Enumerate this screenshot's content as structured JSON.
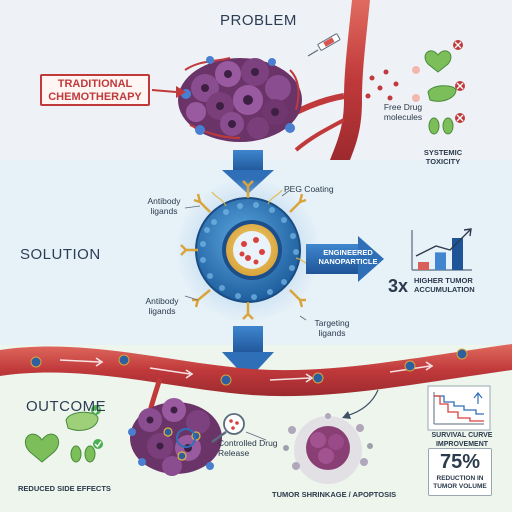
{
  "headings": {
    "problem": "PROBLEM",
    "solution": "SOLUTION",
    "outcome": "OUTCOME"
  },
  "problem": {
    "traditional_chemo": "TRADITIONAL CHEMOTHERAPY",
    "free_drug": "Free Drug molecules",
    "systemic_toxicity": "SYSTEMIC TOXICITY"
  },
  "solution": {
    "antibody_ligands_top": "Antibody ligands",
    "peg_coating": "PEG Coating",
    "antibody_ligands_bottom": "Antibody ligands",
    "targeting_ligands": "Targeting ligands",
    "engineered_np": "ENGINEERED NANOPARTICLE",
    "accumulation_value": "3x",
    "accumulation_label": "HIGHER TUMOR ACCUMULATION",
    "bar_levels": [
      0.25,
      0.55,
      1.0
    ]
  },
  "outcome": {
    "controlled_release": "Controlled Drug Release",
    "reduced_side_effects": "REDUCED SIDE EFFECTS",
    "tumor_shrinkage": "TUMOR SHRINKAGE / APOPTOSIS",
    "survival_curve": "SURVIVAL CURVE IMPROVEMENT",
    "reduction_value": "75%",
    "reduction_label": "REDUCTION IN TUMOR VOLUME"
  },
  "colors": {
    "vessel": "#c0393b",
    "arrow_blue": "#2e6fb8",
    "tumor": "#7a3f7a",
    "nanoparticle": "#3a86c8",
    "peg": "#e4b73a",
    "organ_green": "#7cbf5a"
  },
  "icons": [
    "syringe-icon",
    "heart-icon",
    "liver-icon",
    "kidney-icon",
    "magnifier-icon",
    "check-icon",
    "x-icon",
    "skull-icon"
  ]
}
